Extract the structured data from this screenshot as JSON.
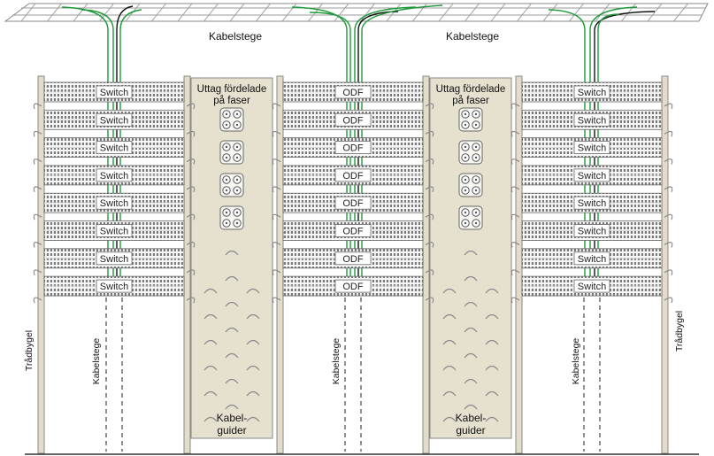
{
  "diagram": {
    "ladder_labels": [
      "Kabelstege",
      "Kabelstege"
    ],
    "racks": [
      {
        "unit_label": "Switch",
        "unit_count": 8
      },
      {
        "unit_label": "ODF",
        "unit_count": 8
      },
      {
        "unit_label": "Switch",
        "unit_count": 8
      }
    ],
    "outlets_label_line1": "Uttag fördelade",
    "outlets_label_line2": "på faser",
    "guides_label_line1": "Kabel-",
    "guides_label_line2": "guider",
    "side_label": "Trådbygel",
    "rack_ladder_label": "Kabelstege",
    "colors": {
      "frame": "#8a8a8a",
      "cable_green": "#1f9a3a",
      "cable_black": "#111111",
      "panel_fill": "#ece9e2",
      "pole_fill": "#e6e0cf"
    }
  }
}
